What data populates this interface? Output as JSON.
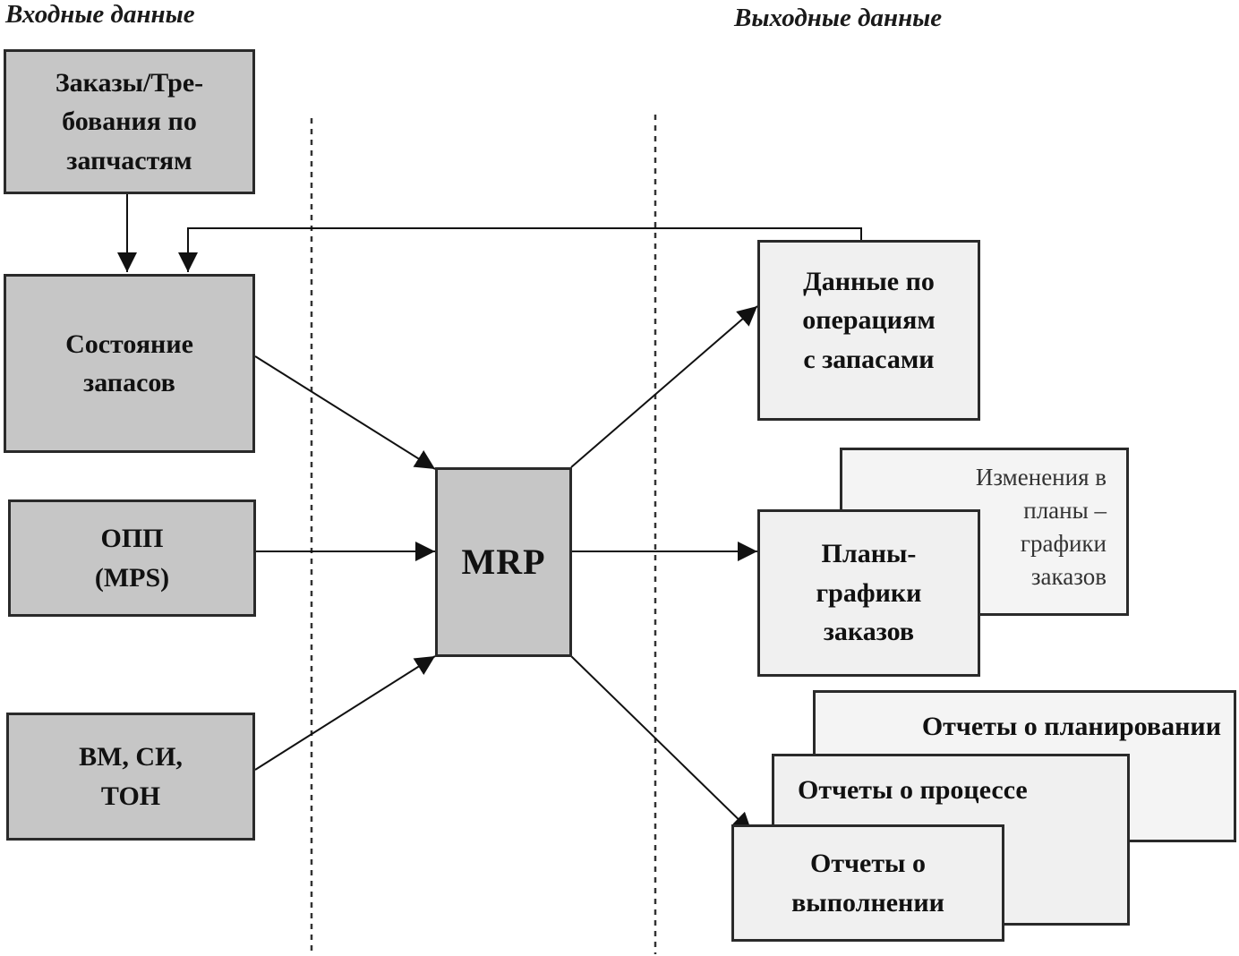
{
  "headings": {
    "inputs": "Входные данные",
    "outputs": "Выходные данные"
  },
  "center": {
    "label": "MRP"
  },
  "inputs": {
    "orders": "Заказы/Тре-\nбования по\nзапчастям",
    "inventory": "Состояние\nзапасов",
    "mps": "ОПП\n(MPS)",
    "bom": "BM, СИ,\nТОН"
  },
  "outputs": {
    "inventory_transactions": "Данные по\nоперациям\nс запасами",
    "order_schedules": "Планы-\nграфики\nзаказов",
    "schedule_changes": "Изменения в\nпланы –\nграфики\nзаказов",
    "planning_reports": "Отчеты о планировании",
    "process_reports": "Отчеты о процессе",
    "performance_reports": "Отчеты о\nвыполнении"
  },
  "colors": {
    "input_fill": "#c6c6c6",
    "output_fill": "#f0f0f0",
    "stroke": "#2a2a2a"
  }
}
